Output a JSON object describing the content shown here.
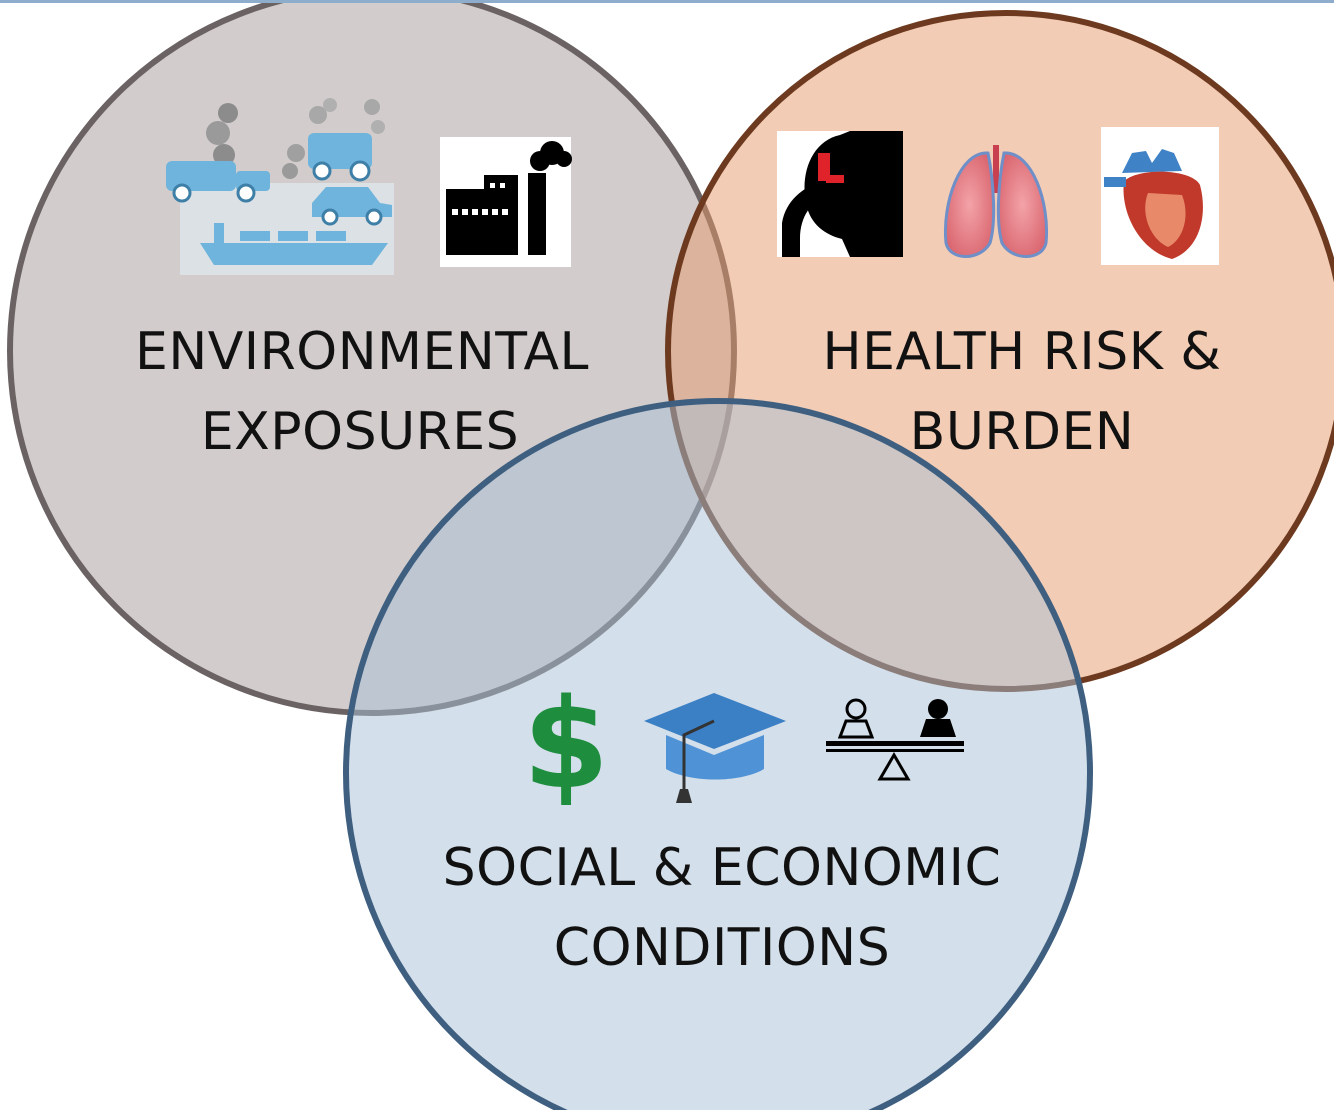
{
  "circles": {
    "environmental": {
      "label_line1": "ENVIRONMENTAL",
      "label_line2": "EXPOSURES",
      "fill": "#cfc9c8",
      "stroke": "#6b6363",
      "icons": [
        "traffic-pollution-icon",
        "factory-smokestack-icon"
      ]
    },
    "health": {
      "label_line1": "HEALTH RISK &",
      "label_line2": "BURDEN",
      "fill": "#efc6ac",
      "stroke": "#6e3a1f",
      "icons": [
        "asthma-inhaler-icon",
        "lungs-icon",
        "heart-icon"
      ]
    },
    "social": {
      "label_line1": "SOCIAL & ECONOMIC",
      "label_line2": "CONDITIONS",
      "fill": "#d3dfea",
      "stroke": "#3f5f80",
      "icons": [
        "dollar-sign-icon",
        "graduation-cap-icon",
        "equality-scale-icon"
      ]
    }
  },
  "colors": {
    "top_rule": "#8eaccb",
    "dollar": "#1e8e3e",
    "cap_blue": "#3b7fc4",
    "pollution_blue": "#6fb4dc"
  }
}
